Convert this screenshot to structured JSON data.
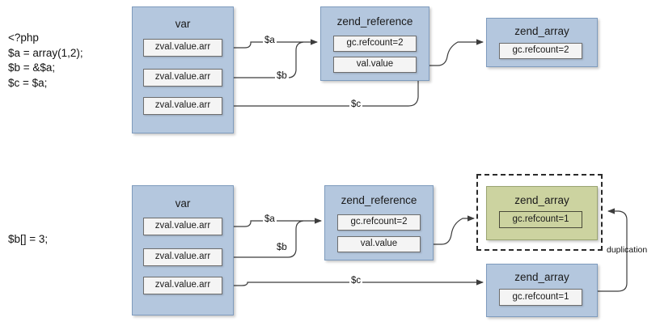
{
  "diagram": {
    "title": "PHP zval / zend_reference / zend_array copy-on-write duplication",
    "colors": {
      "box_blue_fill": "#b4c7de",
      "box_blue_border": "#7e9bbd",
      "box_green_fill": "#ccd3a0",
      "box_green_border": "#9aa471",
      "slot_fill": "#f4f4f4",
      "slot_border": "#6e6e6e",
      "wire": "#3c3c3c",
      "dashed_border": "#2b2b2b",
      "text": "#1a1a1a",
      "background": "#ffffff"
    }
  },
  "top": {
    "code": "<?php\n$a = array(1,2);\n$b = &$a;\n$c = $a;",
    "var_box": {
      "title": "var",
      "slots": [
        {
          "label": "zval.value.arr"
        },
        {
          "label": "zval.value.arr"
        },
        {
          "label": "zval.value.arr"
        }
      ]
    },
    "zend_reference_box": {
      "title": "zend_reference",
      "slots": [
        {
          "label": "gc.refcount=2"
        },
        {
          "label": "val.value"
        }
      ]
    },
    "zend_array_box": {
      "title": "zend_array",
      "slots": [
        {
          "label": "gc.refcount=2"
        }
      ]
    },
    "edge_labels": {
      "a": "$a",
      "b": "$b",
      "c": "$c"
    }
  },
  "bottom": {
    "code": "$b[] = 3;",
    "var_box": {
      "title": "var",
      "slots": [
        {
          "label": "zval.value.arr"
        },
        {
          "label": "zval.value.arr"
        },
        {
          "label": "zval.value.arr"
        }
      ]
    },
    "zend_reference_box": {
      "title": "zend_reference",
      "slots": [
        {
          "label": "gc.refcount=2"
        },
        {
          "label": "val.value"
        }
      ]
    },
    "zend_array_new_box": {
      "title": "zend_array",
      "slots": [
        {
          "label": "gc.refcount=1"
        }
      ]
    },
    "zend_array_old_box": {
      "title": "zend_array",
      "slots": [
        {
          "label": "gc.refcount=1"
        }
      ]
    },
    "edge_labels": {
      "a": "$a",
      "b": "$b",
      "c": "$c",
      "duplication": "duplication"
    }
  }
}
